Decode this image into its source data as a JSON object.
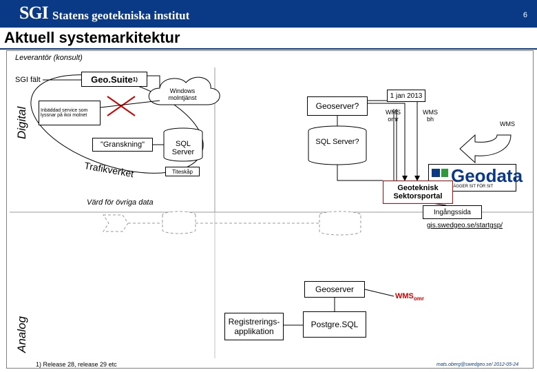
{
  "header": {
    "logo_mark": "SGI",
    "org_name": "Statens geotekniska institut",
    "page_number": "6"
  },
  "title": "Aktuell systemarkitektur",
  "sections": {
    "vendor": "Leverantör (konsult)",
    "digital": "Digital",
    "analog": "Analog"
  },
  "nodes": {
    "sgi_field": "SGI fält",
    "geosuite": "Geo.Suite",
    "geosuite_note": "1)",
    "cloud": "Windows molntjänst",
    "embedded_service": "Inbäddad service som lyssnar på ikoi molnet",
    "granskning": "\"Granskning\"",
    "sql_server_left": "SQL Server",
    "trafikverket": "Trafikverket",
    "titeskap": "Titeskåp",
    "geoserver_q": "Geoserver?",
    "sql_server_q": "SQL Server?",
    "date_note": "1 jan 2013",
    "wms_omr": "WMS omr",
    "wms_bh": "WMS bh",
    "wms": "WMS",
    "geodata_name": "Geodata",
    "geodata_tagline": "LÄGGER SIT FÖR SIT",
    "sector_portal": "Geoteknisk Sektorsportal",
    "host_other": "Värd för övriga data",
    "entry_page": "Ingångssida",
    "entry_url": "gis.swedgeo.se/startgsp/",
    "geoserver": "Geoserver",
    "wms_omr_analog": "WMS",
    "wms_omr_analog_sub": "omr",
    "registration_app": "Registrerings-applikation",
    "postgresql": "Postgre.SQL"
  },
  "footer": {
    "note": "1) Release 28, release 29 etc",
    "contact": "mats.oberg@swedgeo.se/ 2012-05-24"
  },
  "colors": {
    "header_bg": "#0a3a86",
    "highlight": "#d00000",
    "dashed": "#9a9a9a"
  }
}
